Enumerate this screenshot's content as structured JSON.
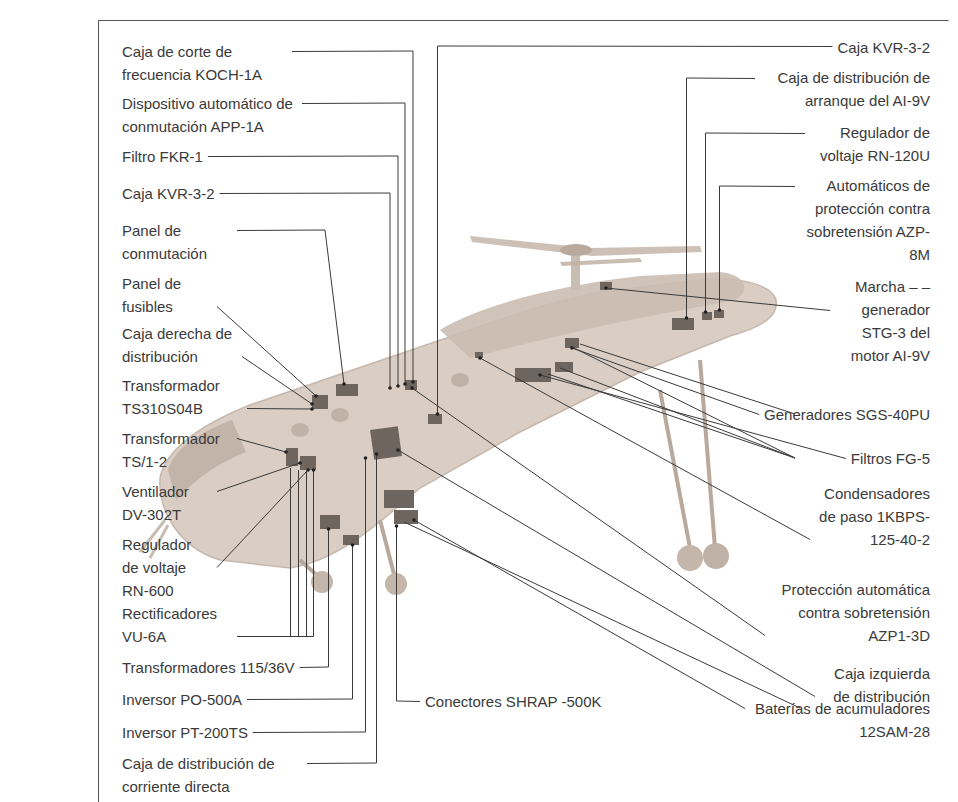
{
  "diagram": {
    "labels": [
      "Caja de corte de frecuencia KOCH-1A",
      "Dispositivo automático de conmutación APP-1A",
      "Filtro FKR-1",
      "Caja KVR-3-2",
      "Panel de conmutación",
      "Panel de fusibles",
      "Caja derecha de distribución",
      "Transformador TS310S04B",
      "Transformador TS/1-2",
      "Ventilador DV-302T",
      "Regulador de voltaje RN-600",
      "Rectificadores VU-6A",
      "Transformadores 115/36V",
      "Inversor PO-500A",
      "Inversor PT-200TS",
      "Caja de distribución de corriente directa",
      "Caja KVR-3-2",
      "Caja de distribución de arranque del AI-9V",
      "Regulador de voltaje RN-120U",
      "Automáticos de protección contra sobretensión AZP-8M",
      "Marcha – – generador STG-3 del motor AI-9V",
      "Generadores SGS-40PU",
      "Filtros FG-5",
      "Condensadores de paso 1KBPS-125-40-2",
      "Protección automática contra sobretensión AZP1-3D",
      "Caja izquierda de distribución",
      "Baterías de acumuladores 12SAM-28",
      "Conectores SHRAP -500K"
    ]
  }
}
